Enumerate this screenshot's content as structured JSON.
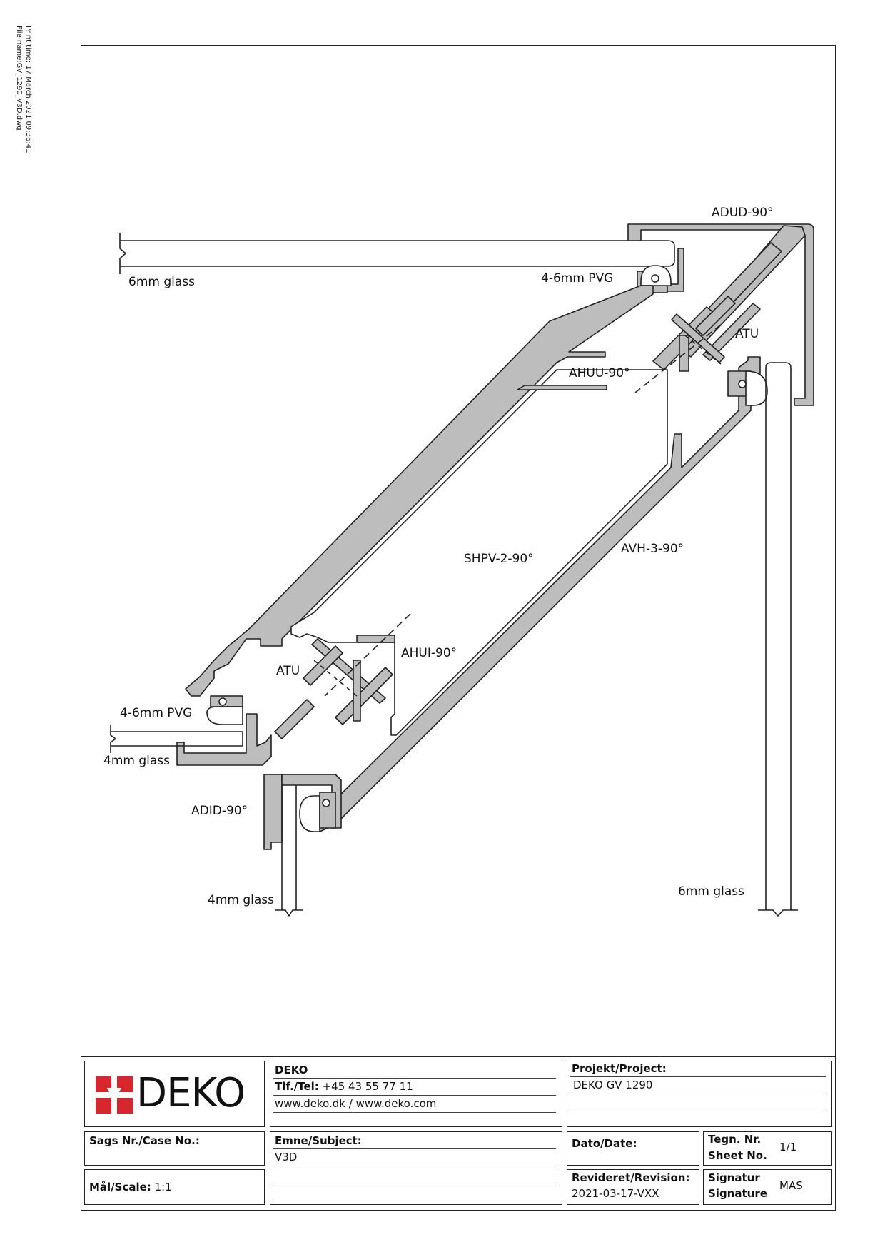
{
  "print_info": {
    "print_time": "Print time: 17 March 2021 09:36:41",
    "file_name": "File name:GV_1290_V3D.dwg"
  },
  "labels": {
    "glass_top": "6mm glass",
    "pvg_top": "4-6mm PVG",
    "adud": "ADUD-90°",
    "atu_top": "ATU",
    "ahuu": "AHUU-90°",
    "shpv": "SHPV-2-90°",
    "avh": "AVH-3-90°",
    "ahui": "AHUI-90°",
    "atu_bottom": "ATU",
    "pvg_bottom": "4-6mm PVG",
    "glass_4_left": "4mm glass",
    "adid": "ADID-90°",
    "glass_4_bottom": "4mm glass",
    "glass_6_right": "6mm glass"
  },
  "title_block": {
    "logo_text": "DEKO",
    "company": "DEKO",
    "tel_label": "Tlf./Tel:",
    "tel_value": "+45 43 55 77 11",
    "web": "www.deko.dk / www.deko.com",
    "project_label": "Projekt/Project:",
    "project_value": "DEKO GV 1290",
    "case_label": "Sags Nr./Case No.:",
    "case_value": "",
    "subject_label": "Emne/Subject:",
    "subject_value": "V3D",
    "date_label": "Dato/Date:",
    "date_value": "",
    "sheet_label_1": "Tegn. Nr.",
    "sheet_label_2": "Sheet No.",
    "sheet_value": "1/1",
    "scale_label": "Mål/Scale:",
    "scale_value": "1:1",
    "revision_label": "Revideret/Revision:",
    "revision_value": "2021-03-17-VXX",
    "signature_label_1": "Signatur",
    "signature_label_2": "Signature",
    "signature_value": "MAS"
  },
  "colors": {
    "profile_fill": "#bdbdbd",
    "stroke": "#222222",
    "logo_red": "#d6262e"
  }
}
